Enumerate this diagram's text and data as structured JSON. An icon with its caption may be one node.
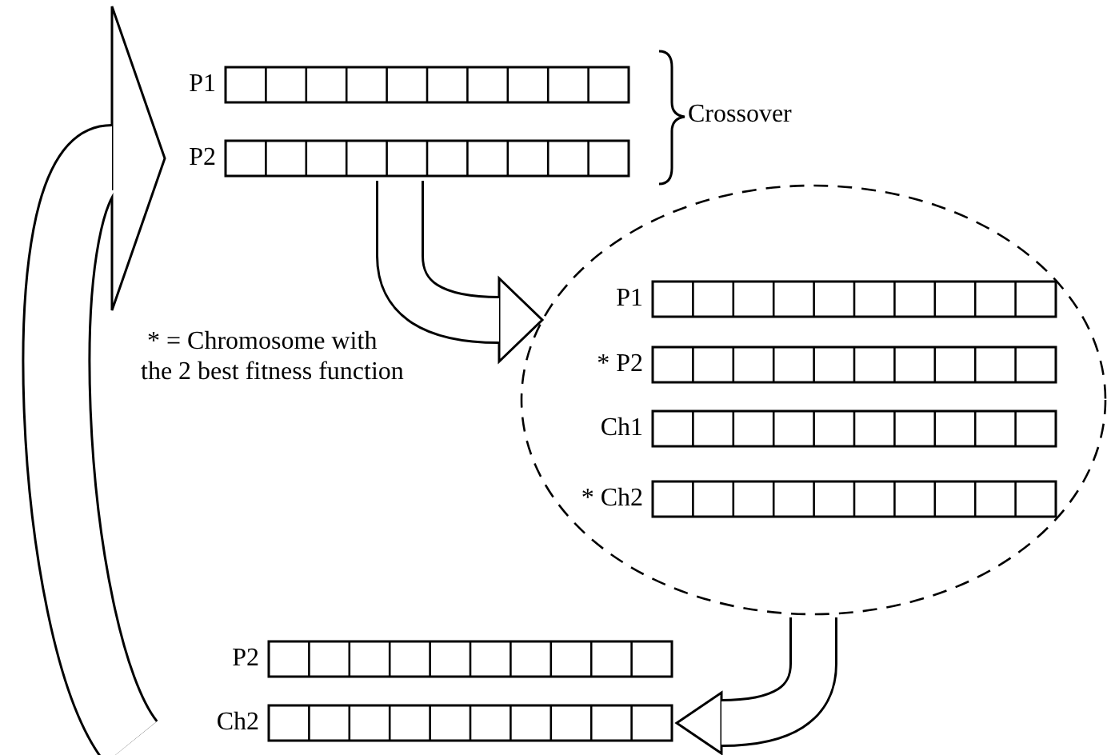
{
  "diagram": {
    "nodes": [
      {
        "text": [
          "P1"
        ]
      },
      {
        "text": [
          "P2"
        ]
      },
      {
        "text": [],
        "shape": "ellipse"
      },
      {
        "text": [
          "P1"
        ],
        "in": 2
      },
      {
        "text": [
          "* P2"
        ],
        "in": 2
      },
      {
        "text": [
          "Ch1"
        ],
        "in": 2
      },
      {
        "text": [
          "* Ch2"
        ],
        "in": 2
      },
      {
        "text": [
          "P2"
        ]
      },
      {
        "text": [
          "Ch2"
        ]
      }
    ],
    "edges": [
      {
        "from": 1,
        "to": 2,
        "arrow": "to"
      },
      {
        "from": 2,
        "to": 8,
        "arrow": "to"
      },
      {
        "from": 8,
        "to": 1,
        "arrow": "to"
      }
    ],
    "labels": [
      "Crossover",
      "* = Chromosome with",
      "the 2 best fitness function"
    ]
  }
}
